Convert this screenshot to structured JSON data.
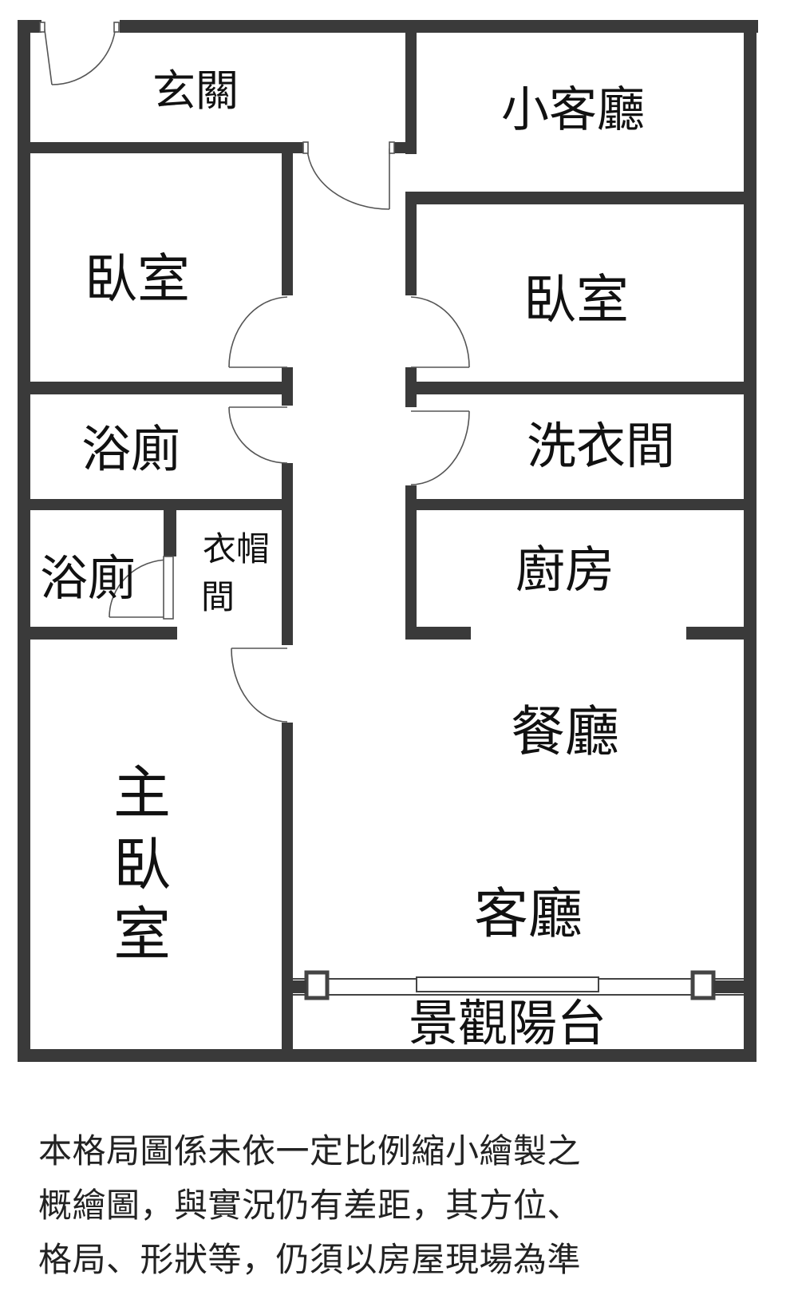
{
  "rooms": {
    "entrance": "玄關",
    "small_living": "小客廳",
    "bedroom_left": "臥室",
    "bedroom_right": "臥室",
    "bath_upper": "浴廁",
    "laundry": "洗衣間",
    "bath_lower": "浴廁",
    "closet_line1": "衣帽",
    "closet_line2": "間",
    "kitchen": "廚房",
    "dining": "餐廳",
    "master_line1": "主",
    "master_line2": "臥",
    "master_line3": "室",
    "living": "客廳",
    "balcony": "景觀陽台"
  },
  "disclaimer": {
    "line1": "本格局圖係未依一定比例縮小繪製之",
    "line2": "概繪圖，與實況仍有差距，其方位、",
    "line3": "格局、形狀等，仍須以房屋現場為準"
  },
  "colors": {
    "wall": "#3a3a3a",
    "background": "#ffffff"
  }
}
